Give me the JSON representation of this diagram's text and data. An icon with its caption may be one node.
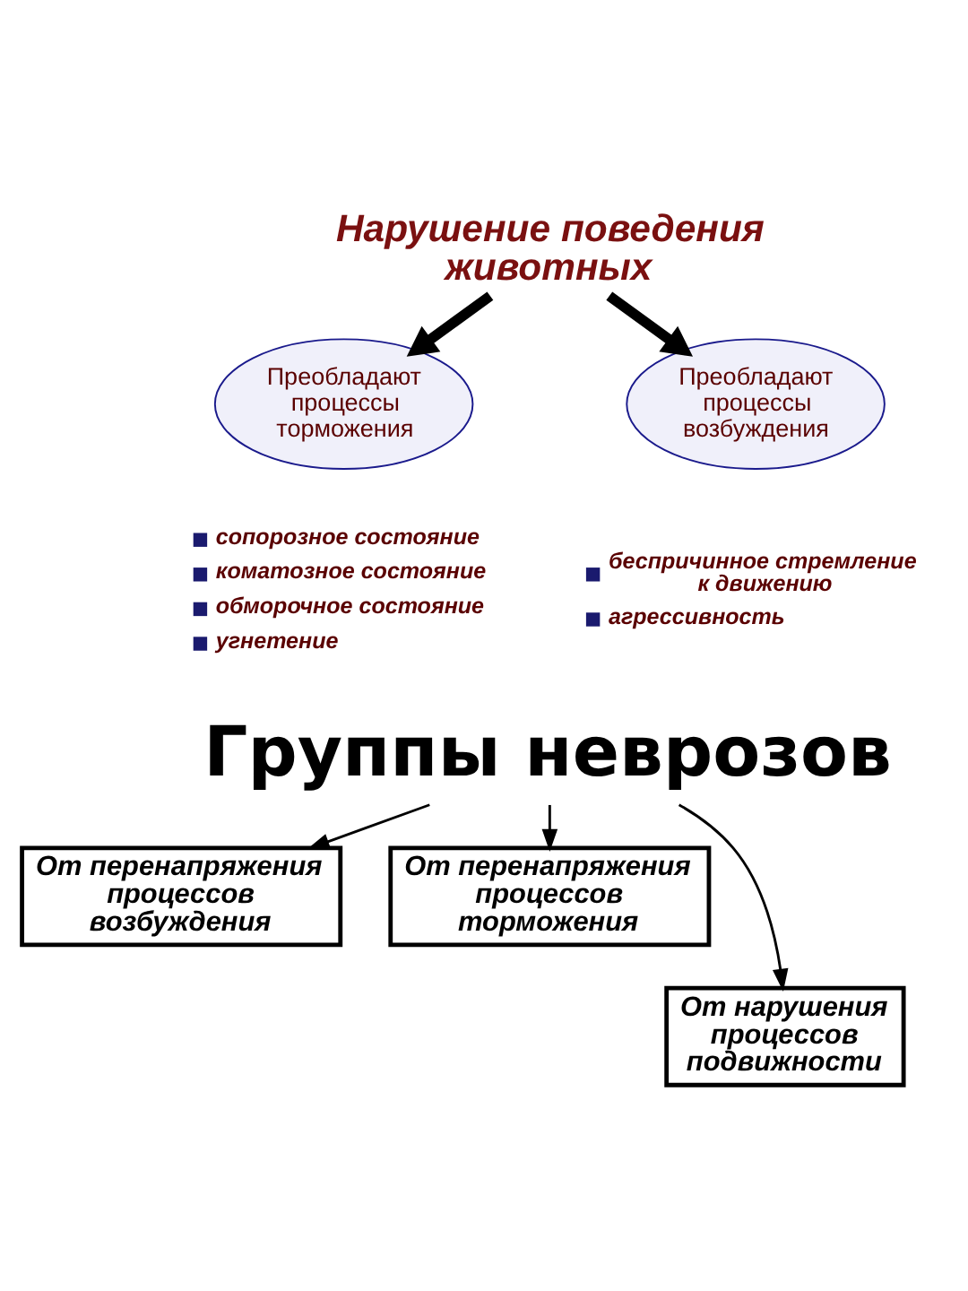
{
  "diagram": {
    "nodes": [
      {
        "text": [
          "Нарушение поведения животных"
        ]
      },
      {
        "text": [
          "Преобладают процессы торможения"
        ],
        "beside": [
          "сопорозное состояние",
          "коматозное состояние",
          "обморочное состояние",
          "угнетение"
        ]
      },
      {
        "text": [
          "Преобладают процессы возбуждения"
        ],
        "beside": [
          "беспричинное стремление к движению",
          "агрессивность"
        ]
      },
      {
        "text": [
          "Группы неврозов"
        ]
      },
      {
        "text": [
          "От перенапряжения процессов возбуждения"
        ]
      },
      {
        "text": [
          "От перенапряжения процессов торможения"
        ]
      },
      {
        "text": [
          "От нарушения процессов подвижности"
        ]
      }
    ],
    "edges": [
      {
        "from": 0,
        "to": 1,
        "arrow": "to",
        "style": "thick"
      },
      {
        "from": 0,
        "to": 2,
        "arrow": "to",
        "style": "thick"
      },
      {
        "from": 3,
        "to": 4,
        "arrow": "to"
      },
      {
        "from": 3,
        "to": 5,
        "arrow": "to"
      },
      {
        "from": 3,
        "to": 6,
        "arrow": "to"
      }
    ]
  }
}
